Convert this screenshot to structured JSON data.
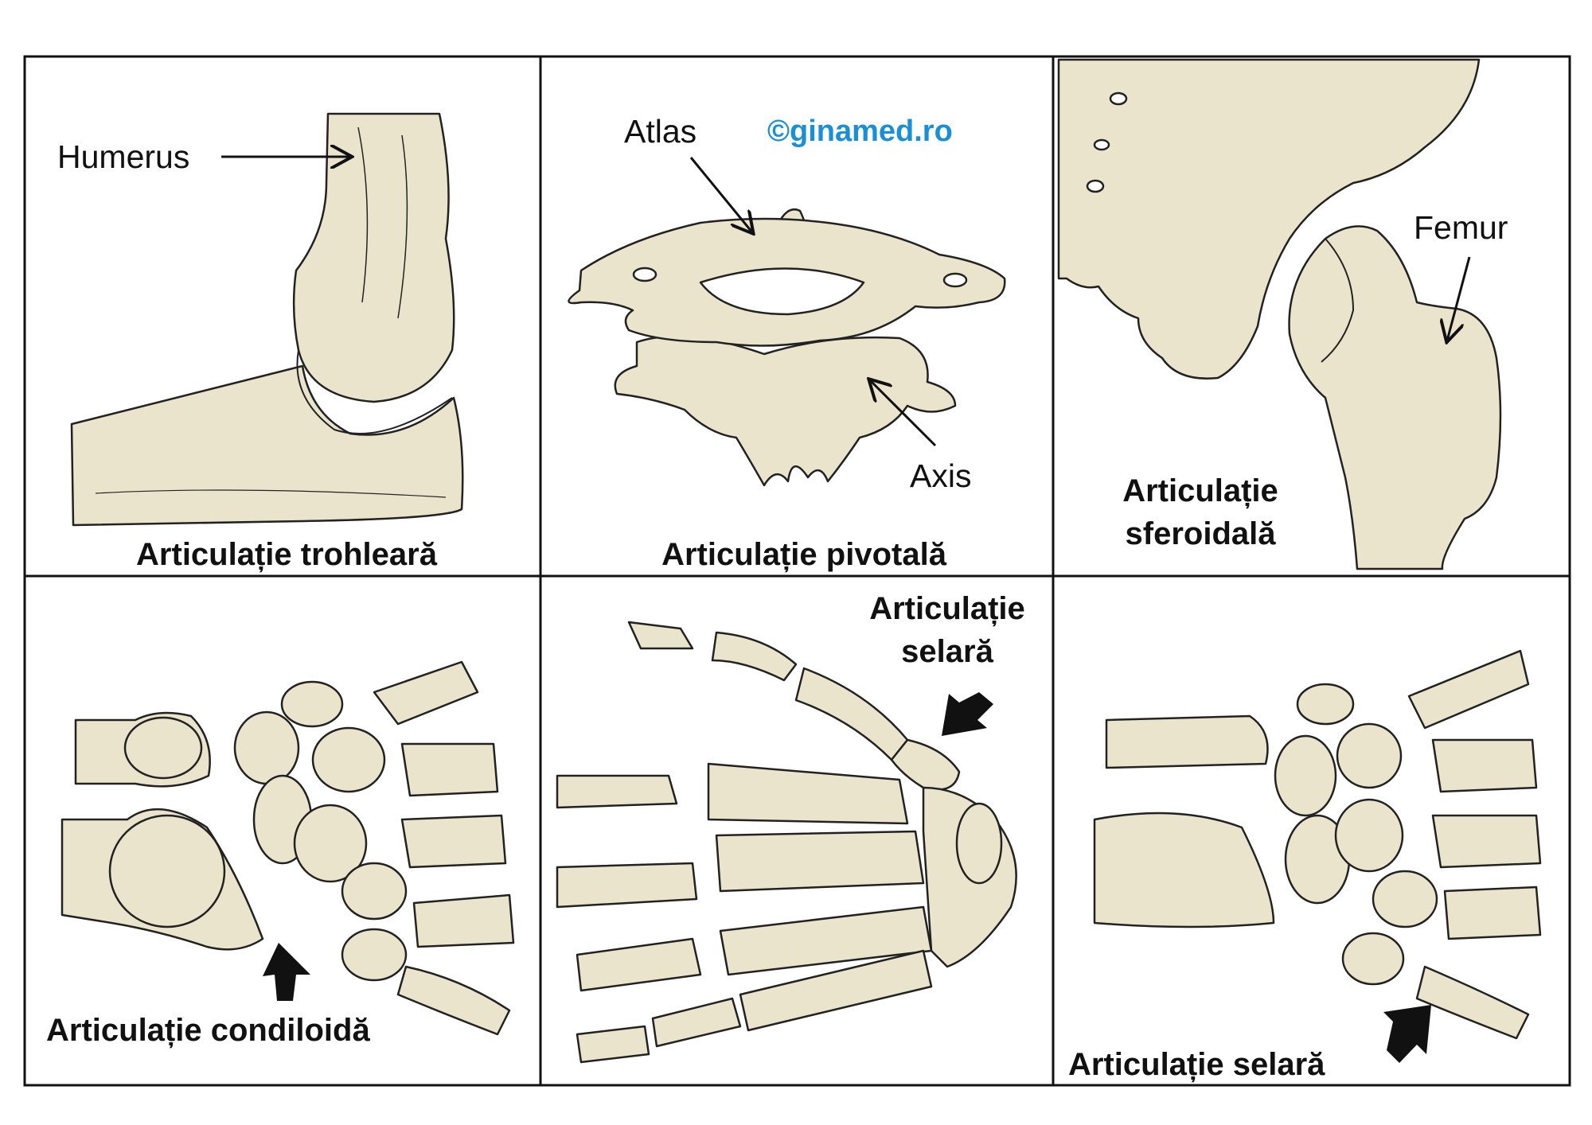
{
  "watermark": "©ginamed.ro",
  "colors": {
    "bone": "#ebe4cc",
    "bone_line": "#222222",
    "marrow": "#7e6c56",
    "frame": "#111111",
    "watermark": "#1a8fd6"
  },
  "panels": [
    {
      "id": "hinge",
      "title": "Articulație trohleară",
      "labels": [
        "Humerus"
      ]
    },
    {
      "id": "pivot",
      "title": "Articulație pivotală",
      "labels": [
        "Atlas",
        "Axis"
      ]
    },
    {
      "id": "ball",
      "title": [
        "Articulație",
        "sferoidală"
      ],
      "labels": [
        "Femur"
      ]
    },
    {
      "id": "condyloid",
      "title": "Articulație condiloidă",
      "labels": []
    },
    {
      "id": "saddle-hand",
      "title": [
        "Articulație",
        "selară"
      ],
      "labels": []
    },
    {
      "id": "saddle-wrist",
      "title": "Articulație selară",
      "labels": []
    }
  ]
}
